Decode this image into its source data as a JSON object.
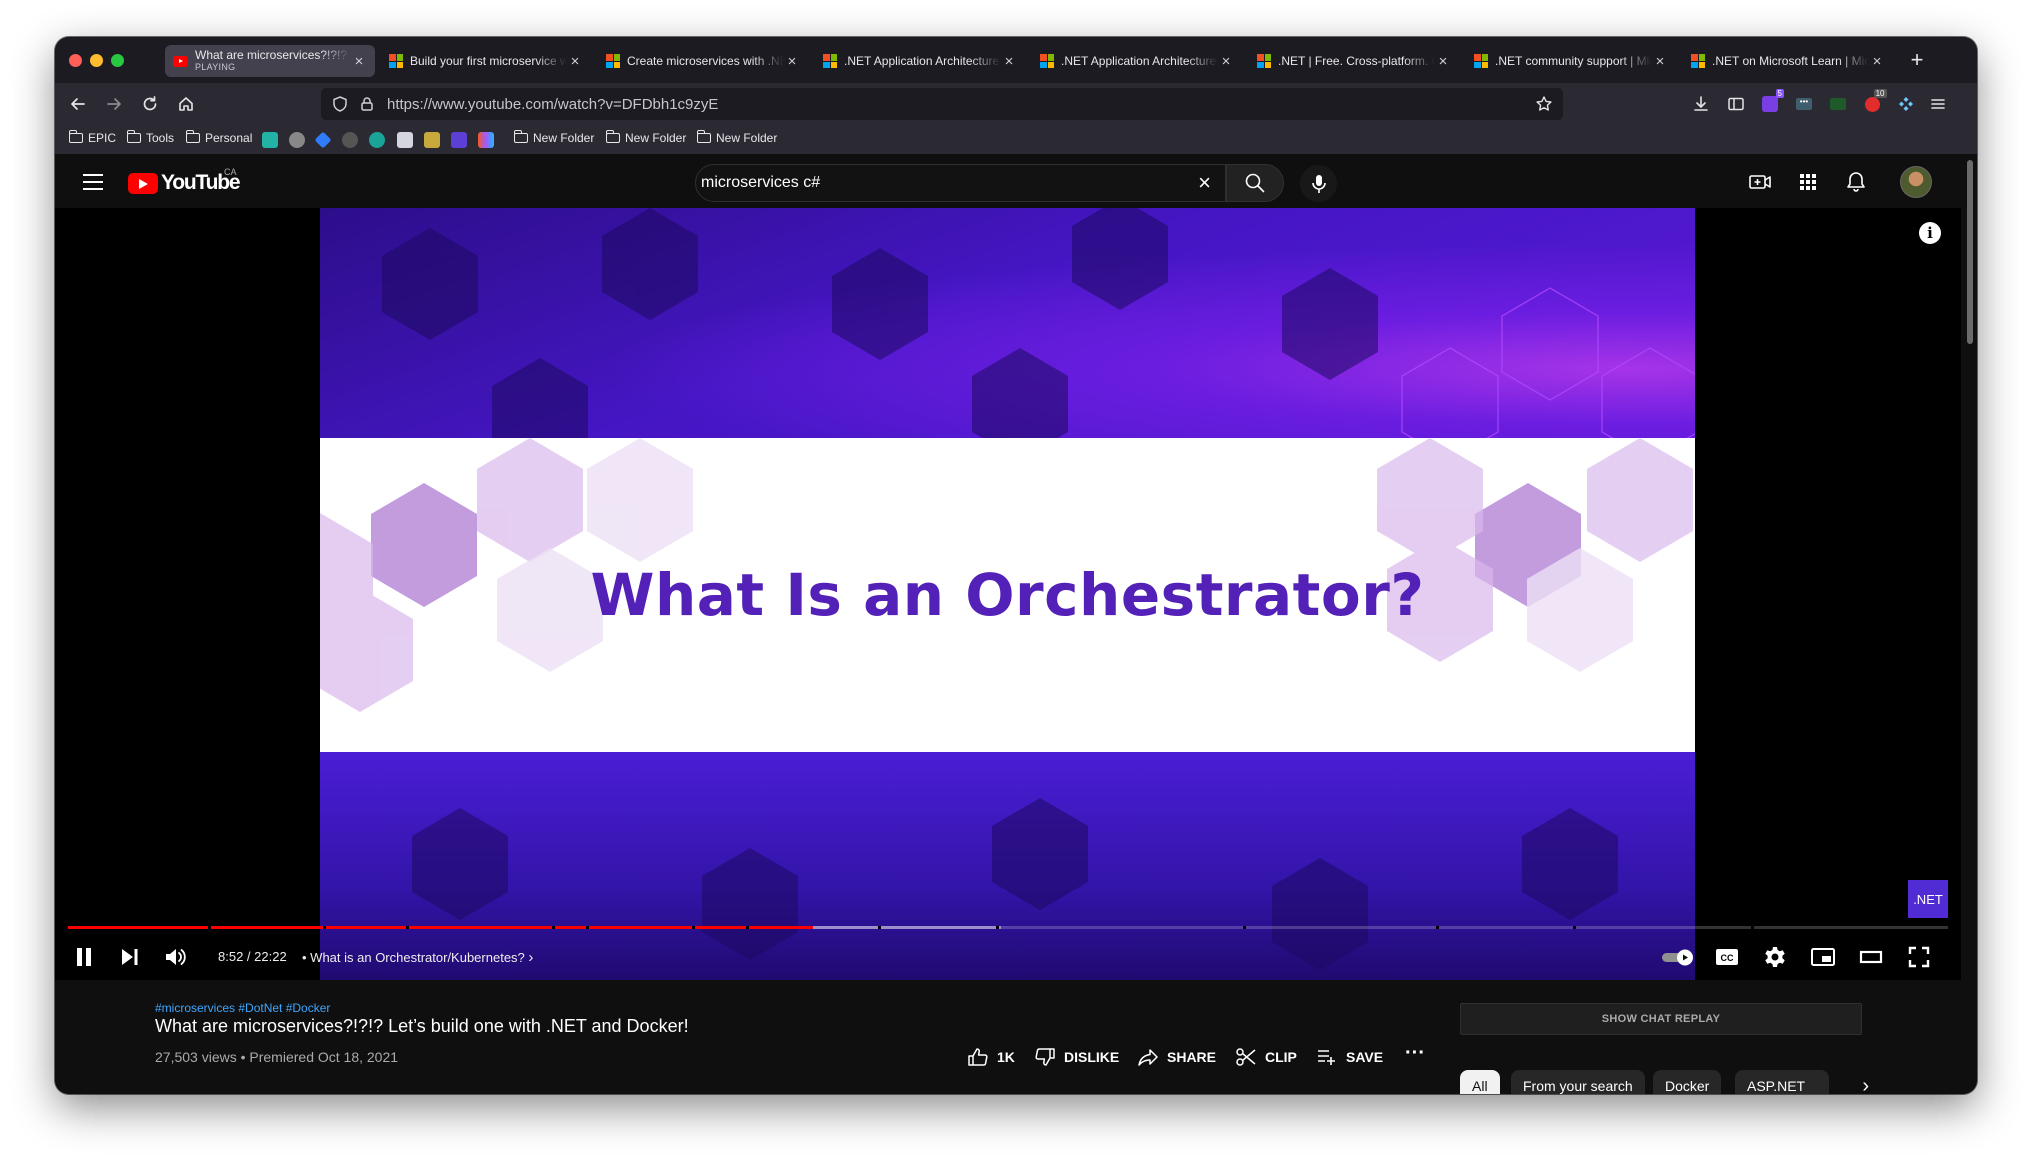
{
  "browser": {
    "tabs": [
      {
        "title": "What are microservices?!?!? Le",
        "subtitle": "PLAYING",
        "icon": "youtube-icon",
        "active": true
      },
      {
        "title": "Build your first microservice wi",
        "icon": "microsoft-icon"
      },
      {
        "title": "Create microservices with .NE",
        "icon": "microsoft-icon"
      },
      {
        "title": ".NET Application Architecture",
        "icon": "microsoft-icon"
      },
      {
        "title": ".NET Application Architecture",
        "icon": "microsoft-icon"
      },
      {
        "title": ".NET | Free. Cross-platform. O",
        "icon": "microsoft-icon"
      },
      {
        "title": ".NET community support | Mic",
        "icon": "microsoft-icon"
      },
      {
        "title": ".NET on Microsoft Learn | Micr",
        "icon": "microsoft-icon"
      }
    ],
    "url": "https://www.youtube.com/watch?v=DFDbh1c9zyE",
    "extension_badges": {
      "ext1": "5",
      "ext2": "10"
    },
    "bookmarks": [
      {
        "label": "EPIC"
      },
      {
        "label": "Tools"
      },
      {
        "label": "Personal"
      },
      {
        "label": "New Folder"
      },
      {
        "label": "New Folder"
      },
      {
        "label": "New Folder"
      }
    ]
  },
  "youtube": {
    "logo_text": "YouTube",
    "country_code": "CA",
    "search_query": "microservices c#"
  },
  "video": {
    "slide_title": "What Is an Orchestrator?",
    "net_badge": ".NET",
    "current_time": "8:52",
    "duration": "22:22",
    "time_display": "8:52 / 22:22",
    "chapter": "What is an Orchestrator/Kubernetes?",
    "progress_fraction": 0.3964,
    "buffered_fraction": 0.4964
  },
  "details": {
    "hashtags": "#microservices #DotNet #Docker",
    "title": "What are microservices?!?!? Let’s build one with .NET and Docker!",
    "meta": "27,503 views • Premiered Oct 18, 2021",
    "actions": {
      "like": "1K",
      "dislike": "DISLIKE",
      "share": "SHARE",
      "clip": "CLIP",
      "save": "SAVE"
    },
    "chat_replay": "SHOW CHAT REPLAY",
    "chips": [
      "All",
      "From your search",
      "Docker",
      "ASP.NET"
    ]
  },
  "colors": {
    "youtube_red": "#ff0000",
    "slide_purple": "#5320b8",
    "link_blue": "#3ea6ff",
    "dotnet_purple": "#512bd4"
  }
}
